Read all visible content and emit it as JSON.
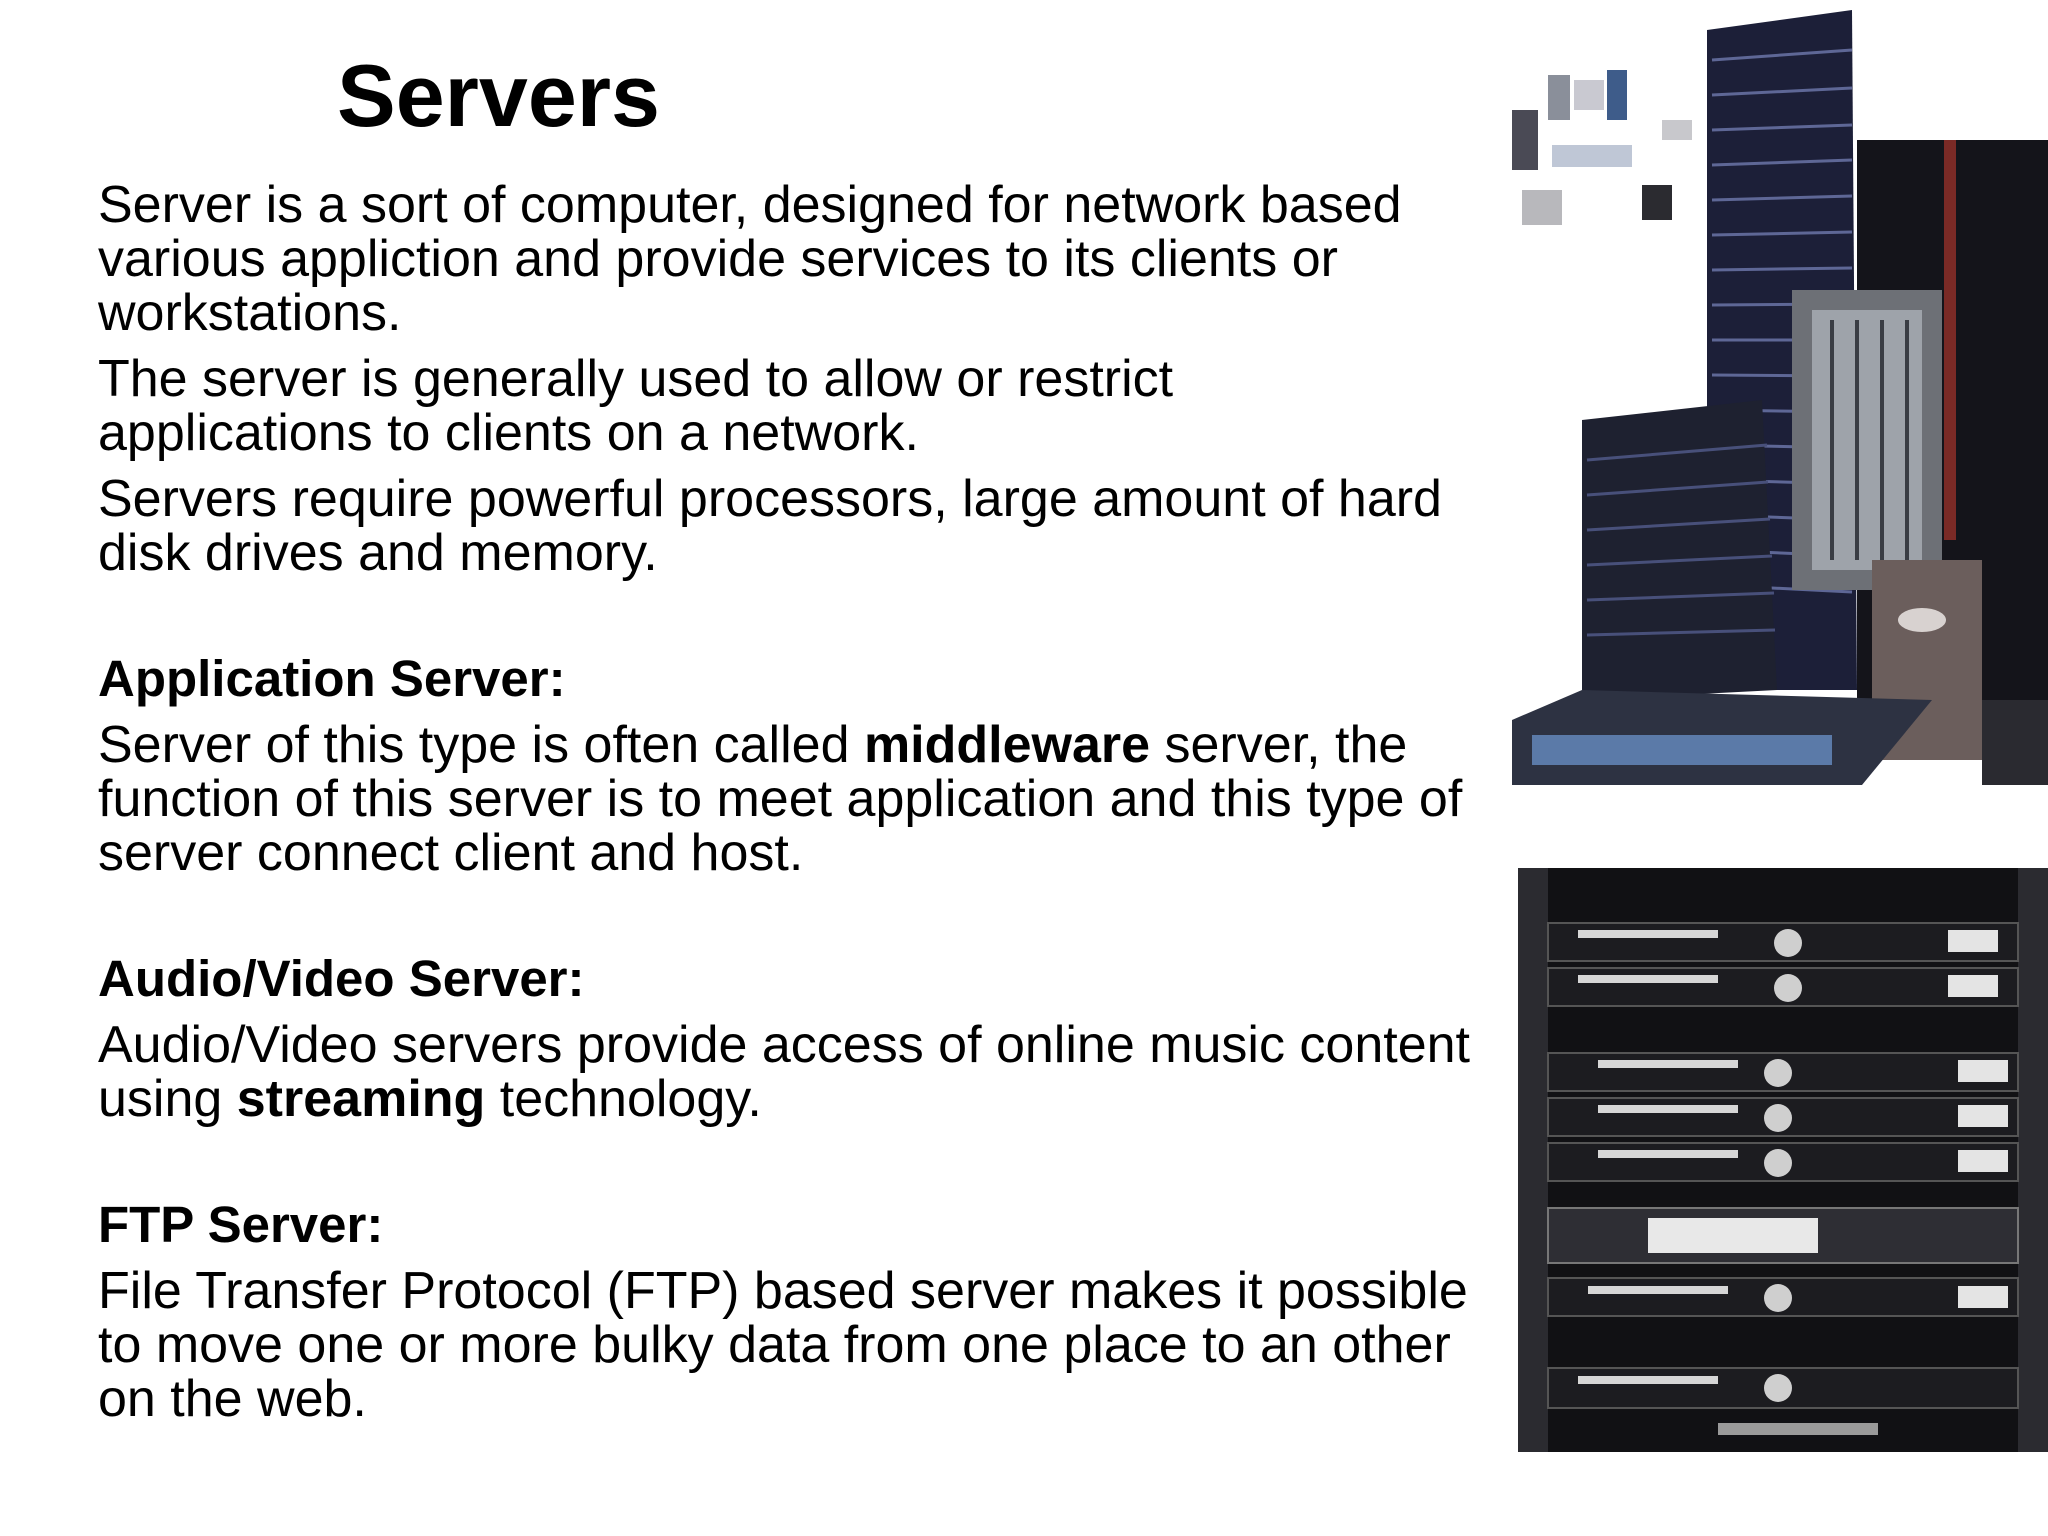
{
  "slide": {
    "title": "Servers",
    "intro_paragraphs": [
      "Server is a sort of computer, designed for network based various appliction and provide services to its clients or workstations.",
      "The server is generally used to allow or restrict applications to clients on a network.",
      "Servers require powerful processors, large amount of hard disk drives and memory."
    ],
    "sections": [
      {
        "heading": "Application Server:",
        "text_before": "Server of this type is often called ",
        "bold": "middleware",
        "text_after": " server, the function of this server is to meet application and this type of server connect client and host."
      },
      {
        "heading": "Audio/Video Server:",
        "text_before": "Audio/Video servers provide access of online music content using ",
        "bold": "streaming",
        "text_after": " technology."
      },
      {
        "heading": "FTP Server:",
        "text": "File Transfer Protocol (FTP) based server makes it possible to move one or more bulky data from one place to an other on the web."
      }
    ],
    "images": [
      {
        "icon": "server-tower-photo"
      },
      {
        "icon": "server-rack-photo"
      }
    ]
  }
}
